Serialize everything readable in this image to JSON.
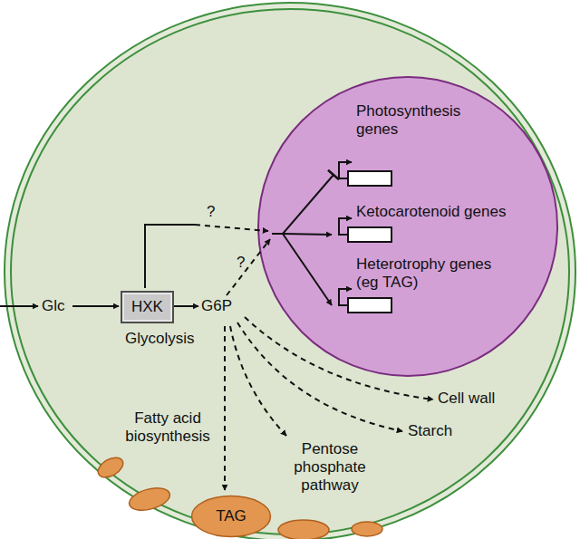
{
  "diagram": {
    "nodes": [
      {
        "text": [
          "HXK"
        ]
      },
      {
        "text": [
          "Photosynthesis genes"
        ]
      },
      {
        "text": [
          "Ketocarotenoid genes"
        ]
      },
      {
        "text": [
          "Heterotrophy genes (eg TAG)"
        ]
      },
      {
        "text": [
          "TAG"
        ]
      }
    ],
    "labels": [
      "Glc",
      "G6P",
      "Glycolysis",
      "?",
      "?",
      "Fatty acid biosynthesis",
      "Pentose phosphate pathway",
      "Starch",
      "Cell wall"
    ]
  }
}
